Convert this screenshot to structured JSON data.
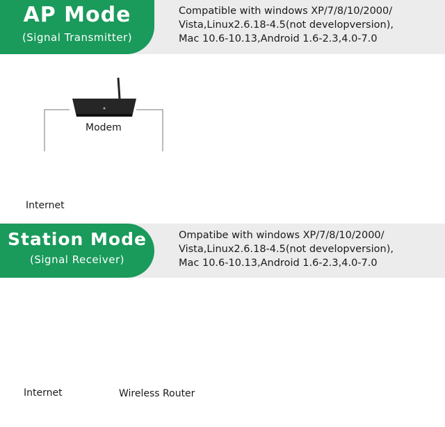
{
  "ap_section": {
    "title": "AP Mode",
    "subtitle": "(Signal Transmitter)",
    "description": "Compatible with windows XP/7/8/10/2000/\nVista,Linux2.6.18-4.5(not developversion),\nMac 10.6-10.13,Android 1.6-2.3,4.0-7.0",
    "labels": {
      "modem": "Modem",
      "internet": "Internet"
    }
  },
  "station_section": {
    "title": "Station Mode",
    "subtitle": "(Signal Receiver)",
    "description": "Ompatibe with windows XP/7/8/10/2000/\nVista,Linux2.6.18-4.5(not developversion),\nMac 10.6-10.13,Android 1.6-2.3,4.0-7.0",
    "labels": {
      "internet": "Internet",
      "router": "Wireless Router"
    }
  },
  "colors": {
    "accent": "#1a9a5b",
    "band": "#ececec",
    "adapter": "#1c1c1c",
    "usb": "#3b6fc4",
    "globe": "#2f86d6"
  }
}
